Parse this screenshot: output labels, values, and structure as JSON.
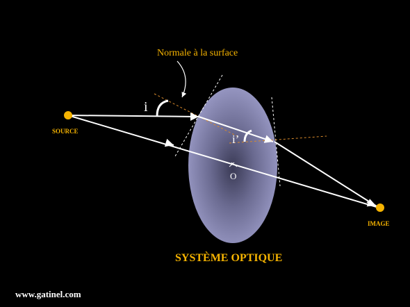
{
  "labels": {
    "normal": "Normale à la surface",
    "source": "SOURCE",
    "image": "IMAGE",
    "angle_i": "i",
    "angle_i_prime": "i’",
    "center": "O",
    "system": "SYSTÈME OPTIQUE",
    "website": "www.gatinel.com"
  },
  "colors": {
    "background": "#000000",
    "accent": "#F5B301",
    "lens_center": "#3A3A55",
    "lens_edge": "#9A9AC6",
    "ray": "#FFFFFF",
    "normal_line": "#D98A2B"
  }
}
